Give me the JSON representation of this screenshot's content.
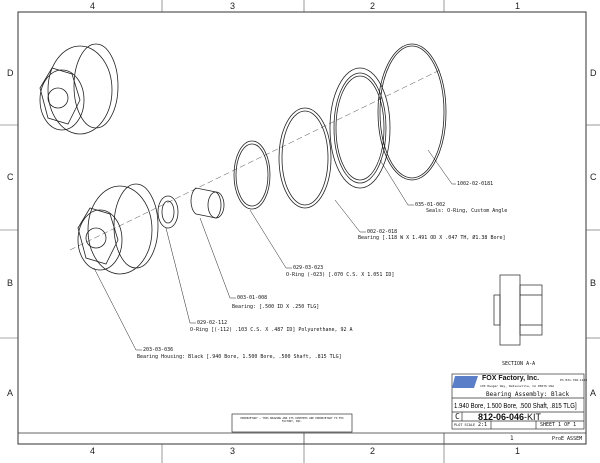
{
  "zones": {
    "cols": [
      "4",
      "3",
      "2",
      "1"
    ],
    "rows": [
      "D",
      "C",
      "B",
      "A"
    ]
  },
  "callouts": [
    {
      "part": "1002-02-0181",
      "desc": ""
    },
    {
      "part": "035-01-002",
      "desc": "Seals: O-Ring, Custom Angle"
    },
    {
      "part": "002-02-018",
      "desc": "Bearing [.118 W X 1.491 OD X .047 TH, Ø1.38 Bore]"
    },
    {
      "part": "029-03-023",
      "desc": "O-Ring (-023) [.070 C.S. X 1.051 ID]"
    },
    {
      "part": "003-01-008",
      "desc": "Bearing: [.500 ID X .250 TLG]"
    },
    {
      "part": "029-02-112",
      "desc": "O-Ring [(-112) .103 C.S. X .487 ID] Polyurethane, 92 A"
    },
    {
      "part": "203-03-036",
      "desc": "Bearing Housing: Black [.940 Bore, 1.500 Bore, .500 Shaft, .815 TLG]"
    }
  ],
  "section_label": "SECTION A-A",
  "title_block": {
    "company": "FOX Factory, Inc.",
    "address": "130 Hangar Way, Watsonville, CA 95076 USA",
    "phone": "Ph 831-768-1100",
    "title_line1": "Bearing Assembly: Black",
    "title_line2": "1.940 Bore, 1.500 Bore, .500 Shaft, .815 TLG]",
    "size": "C",
    "part_number": "812-06-046",
    "part_suffix": "-KIT",
    "scale_label": "PLOT SCALE",
    "scale": "2:1",
    "sheet": "SHEET 1 OF 1",
    "zone_bottom": "1",
    "drawn": "ProE ASSEM"
  },
  "proprietary": "PROPRIETARY — THIS DRAWING AND ITS CONTENTS ARE PROPRIETARY TO FOX FACTORY, INC."
}
